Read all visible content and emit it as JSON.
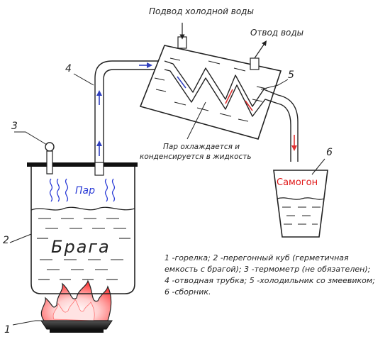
{
  "labels": {
    "cold_water_in": "Подвод холодной воды",
    "water_out": "Отвод воды",
    "vapor_note_line1": "Пар охлаждается и",
    "vapor_note_line2": "конденсируется в жидкость",
    "vapor": "Пар",
    "mash": "Брага",
    "product": "Самогон"
  },
  "numbers": {
    "n1": "1",
    "n2": "2",
    "n3": "3",
    "n4": "4",
    "n5": "5",
    "n6": "6"
  },
  "legend": [
    "1 -горелка; 2 -перегонный куб (герметичная",
    "емкость с брагой); 3 -термометр (не обязателен);",
    "4 -отводная трубка; 5 -холодильник со змеевиком;",
    "6 -сборник."
  ],
  "colors": {
    "line": "#222222",
    "vapor_text": "#2a3bd6",
    "product_text": "#e01818",
    "flame_outer": "#ff5a5a",
    "flow_up": "#3040c0",
    "flow_down": "#e03030"
  }
}
